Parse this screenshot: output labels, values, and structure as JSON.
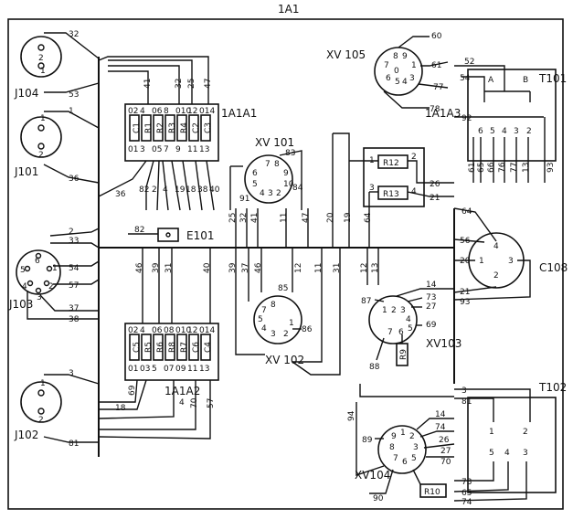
{
  "title": "1A1",
  "components": {
    "j104": "J104",
    "j101": "J101",
    "j103": "J103",
    "j102": "J102",
    "xv105": "XV 105",
    "xv101": "XV 101",
    "xv102": "XV 102",
    "xv103": "XV103",
    "xv104": "XV104",
    "t101": "T101",
    "t102": "T102",
    "c108": "C108",
    "e101": "E101",
    "board1": "1A1A1",
    "board2": "1A1A2",
    "board3": "1A1A3"
  },
  "board1_parts": [
    "C1",
    "R1",
    "R2",
    "R3",
    "R4",
    "C2",
    "C3"
  ],
  "board2_parts": [
    "C5",
    "R5",
    "R6",
    "R8",
    "R7",
    "C6",
    "C4"
  ],
  "board3_parts": [
    "R12",
    "R13"
  ],
  "resistors": {
    "r9": "R9",
    "r10": "R10"
  },
  "wire_numbers": {
    "j104_top": "32",
    "j104_bot": "53",
    "j101_top": "1",
    "j101_bot": "36",
    "j103_a": "2",
    "j103_b": "33",
    "j103_c": "54",
    "j103_d": "57",
    "j103_e": "37",
    "j103_f": "38",
    "j102_top": "3",
    "j102_bot": "81",
    "b1_top1": "41",
    "b1_top2": "32",
    "b1_top3": "25",
    "b1_top4": "47",
    "b1_bot1": "36",
    "b1_bot2": "82",
    "b1_bot3": "2",
    "b1_bot4": "4",
    "b1_bot5": "19",
    "b1_bot6": "18",
    "b1_bot7": "38",
    "b1_bot8": "40",
    "xv101_83": "83",
    "xv101_91": "91",
    "xv101_84": "84",
    "bus_82": "82",
    "bus_25": "25",
    "bus_32": "32",
    "bus_41": "41",
    "bus_11": "11",
    "bus_47": "47",
    "bus_20": "20",
    "bus_19": "19",
    "bus_64": "64",
    "xv105_60": "60",
    "xv105_61": "61",
    "xv105_77": "77",
    "xv105_78": "78",
    "t101_52": "52",
    "t101_54": "54",
    "t101_92": "92",
    "b3_26": "26",
    "b3_21": "21",
    "t101_b1": "61",
    "t101_b2": "65",
    "t101_b3": "66",
    "t101_b4": "76",
    "t101_b5": "77",
    "t101_b6": "13",
    "t101_b7": "93",
    "c108_64": "64",
    "c108_56": "56",
    "c108_20": "20",
    "c108_21": "21",
    "c108_93": "93",
    "lower_46": "46",
    "lower_39": "39",
    "lower_31": "31",
    "lower_40": "40",
    "mid_39": "39",
    "mid_37": "37",
    "mid_46": "46",
    "mid_12": "12",
    "mid_11": "11",
    "mid_31": "31",
    "mid_12b": "12",
    "mid_13": "13",
    "xv102_85": "85",
    "xv102_86": "86",
    "xv103_87": "87",
    "xv103_14": "14",
    "xv103_73": "73",
    "xv103_27": "27",
    "xv103_69": "69",
    "xv103_88": "88",
    "b2_69": "69",
    "b2_18": "18",
    "b2_4": "4",
    "b2_70": "70",
    "b2_57": "57",
    "t102_3": "3",
    "t102_81": "81",
    "t102_73": "73",
    "t102_65": "65",
    "t102_74": "74",
    "xv104_89": "89",
    "xv104_94": "94",
    "xv104_14": "14",
    "xv104_74": "74",
    "xv104_26": "26",
    "xv104_27": "27",
    "xv104_70": "70",
    "xv104_90": "90"
  }
}
